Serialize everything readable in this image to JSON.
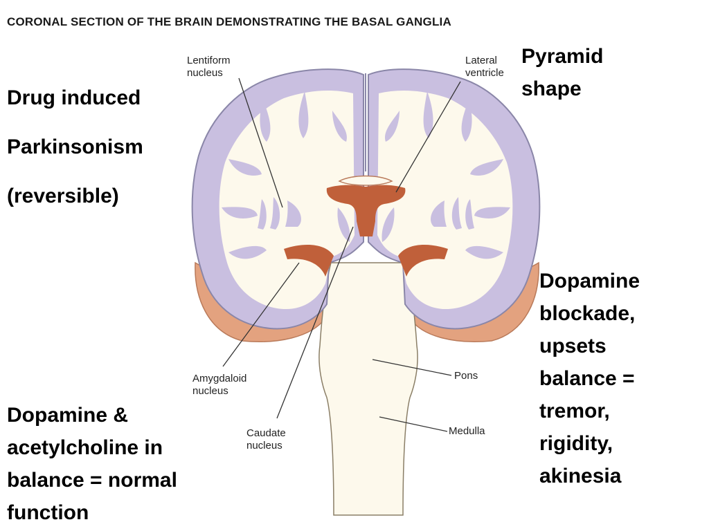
{
  "title": "CORONAL SECTION OF THE BRAIN DEMONSTRATING THE BASAL GANGLIA",
  "notes": {
    "drug": [
      "Drug induced",
      "Parkinsonism",
      "(reversible)"
    ],
    "pyramid": [
      "Pyramid",
      "shape"
    ],
    "blockade": [
      "Dopamine",
      "blockade,",
      "upsets",
      "balance =",
      "tremor,",
      "rigidity,",
      "akinesia"
    ],
    "balance": [
      "Dopamine &",
      "acetylcholine in",
      "balance = normal",
      "function"
    ]
  },
  "labels": {
    "lentiform": [
      "Lentiform",
      "nucleus"
    ],
    "lateral_ventricle": [
      "Lateral",
      "ventricle"
    ],
    "amygdaloid": [
      "Amygdaloid",
      "nucleus"
    ],
    "caudate": [
      "Caudate",
      "nucleus"
    ],
    "pons": "Pons",
    "medulla": "Medulla"
  },
  "colors": {
    "cortex": "#c9bfe0",
    "white_matter": "#fdf9ec",
    "ventricle": "#c0603a",
    "lower_brain": "#e3a27f",
    "outline": "#8a86a8"
  }
}
